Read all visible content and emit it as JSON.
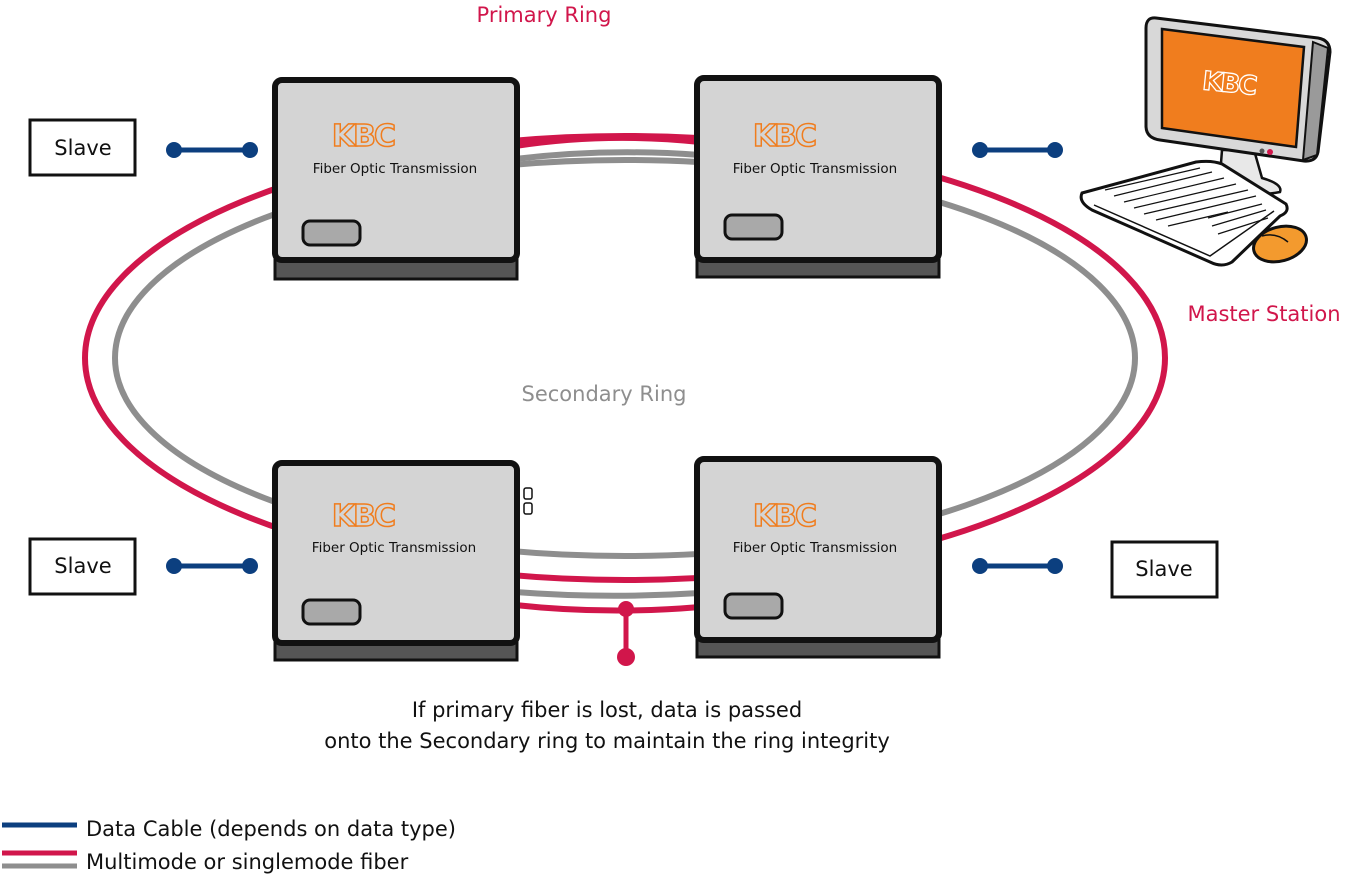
{
  "labels": {
    "primary_ring": "Primary Ring",
    "secondary_ring": "Secondary Ring",
    "master_station": "Master Station",
    "note_line1": "If primary fiber is lost, data is passed",
    "note_line2": "onto the Secondary ring to maintain the ring integrity"
  },
  "slaves": {
    "top_left": "Slave",
    "bottom_left": "Slave",
    "bottom_right": "Slave"
  },
  "units": {
    "brand": "KBC",
    "caption": "Fiber Optic Transmission"
  },
  "computer": {
    "screen_brand": "KBC"
  },
  "legend": {
    "data_cable": "Data Cable (depends on data type)",
    "fiber": "Multimode or singlemode fiber"
  },
  "colors": {
    "primary_ring": "#d1164b",
    "secondary_ring": "#8e8e8e",
    "data_cable": "#0c3f7f",
    "brand_orange": "#f07d1e",
    "unit_body": "#d4d4d4",
    "unit_border": "#111111"
  }
}
